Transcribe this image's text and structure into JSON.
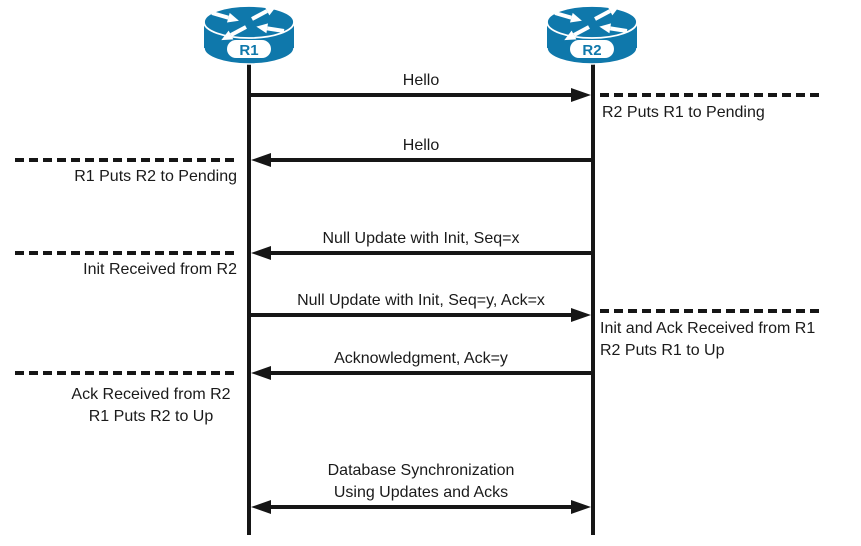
{
  "colors": {
    "router_blue": "#0F78AB",
    "line_black": "#161616",
    "text": "#1A1A1A",
    "background": "#FFFFFF"
  },
  "routers": {
    "r1": "R1",
    "r2": "R2"
  },
  "messages": {
    "hello1": "Hello",
    "hello2": "Hello",
    "null_update_init": "Null Update with Init, Seq=x",
    "null_update_init_ack": "Null Update with Init, Seq=y, Ack=x",
    "acknowledgment": "Acknowledgment, Ack=y",
    "db_sync_line1": "Database Synchronization",
    "db_sync_line2": "Using Updates and Acks"
  },
  "annotations": {
    "r2_pending": "R2 Puts R1 to Pending",
    "r1_pending": "R1 Puts R2 to Pending",
    "init_received": "Init Received from R2",
    "init_ack_line1": "Init and Ack Received from R1",
    "init_ack_line2": "R2 Puts R1 to Up",
    "ack_received_line1": "Ack Received from R2",
    "ack_received_line2": "R1 Puts R2 to Up"
  }
}
